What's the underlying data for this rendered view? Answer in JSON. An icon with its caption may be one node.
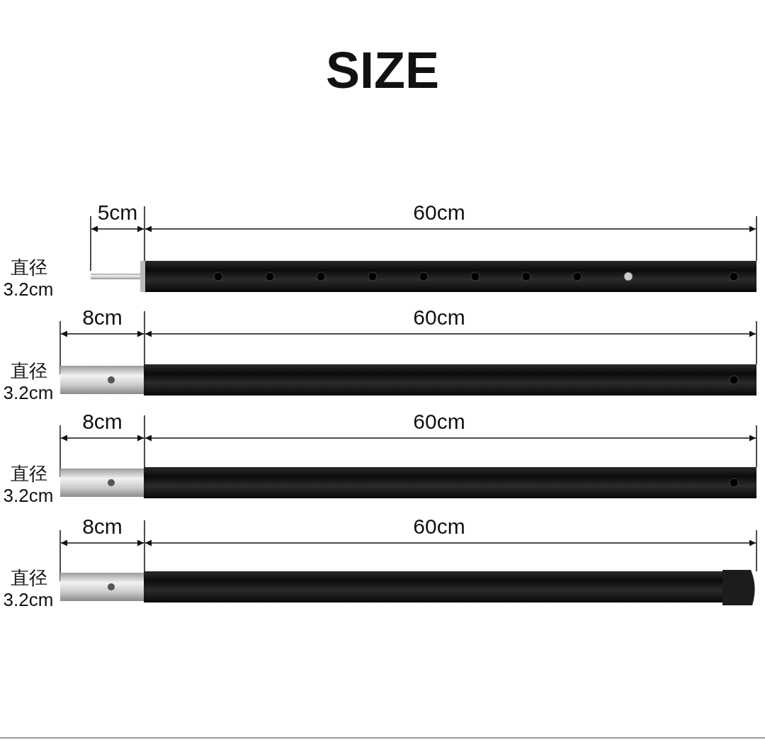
{
  "diagram": {
    "title": "SIZE",
    "labels": [
      "5cm",
      "60cm",
      "直径",
      "3.2cm",
      "8cm",
      "60cm",
      "直径",
      "3.2cm",
      "8cm",
      "60cm",
      "直径",
      "3.2cm",
      "8cm",
      "60cm",
      "直径",
      "3.2cm"
    ]
  }
}
